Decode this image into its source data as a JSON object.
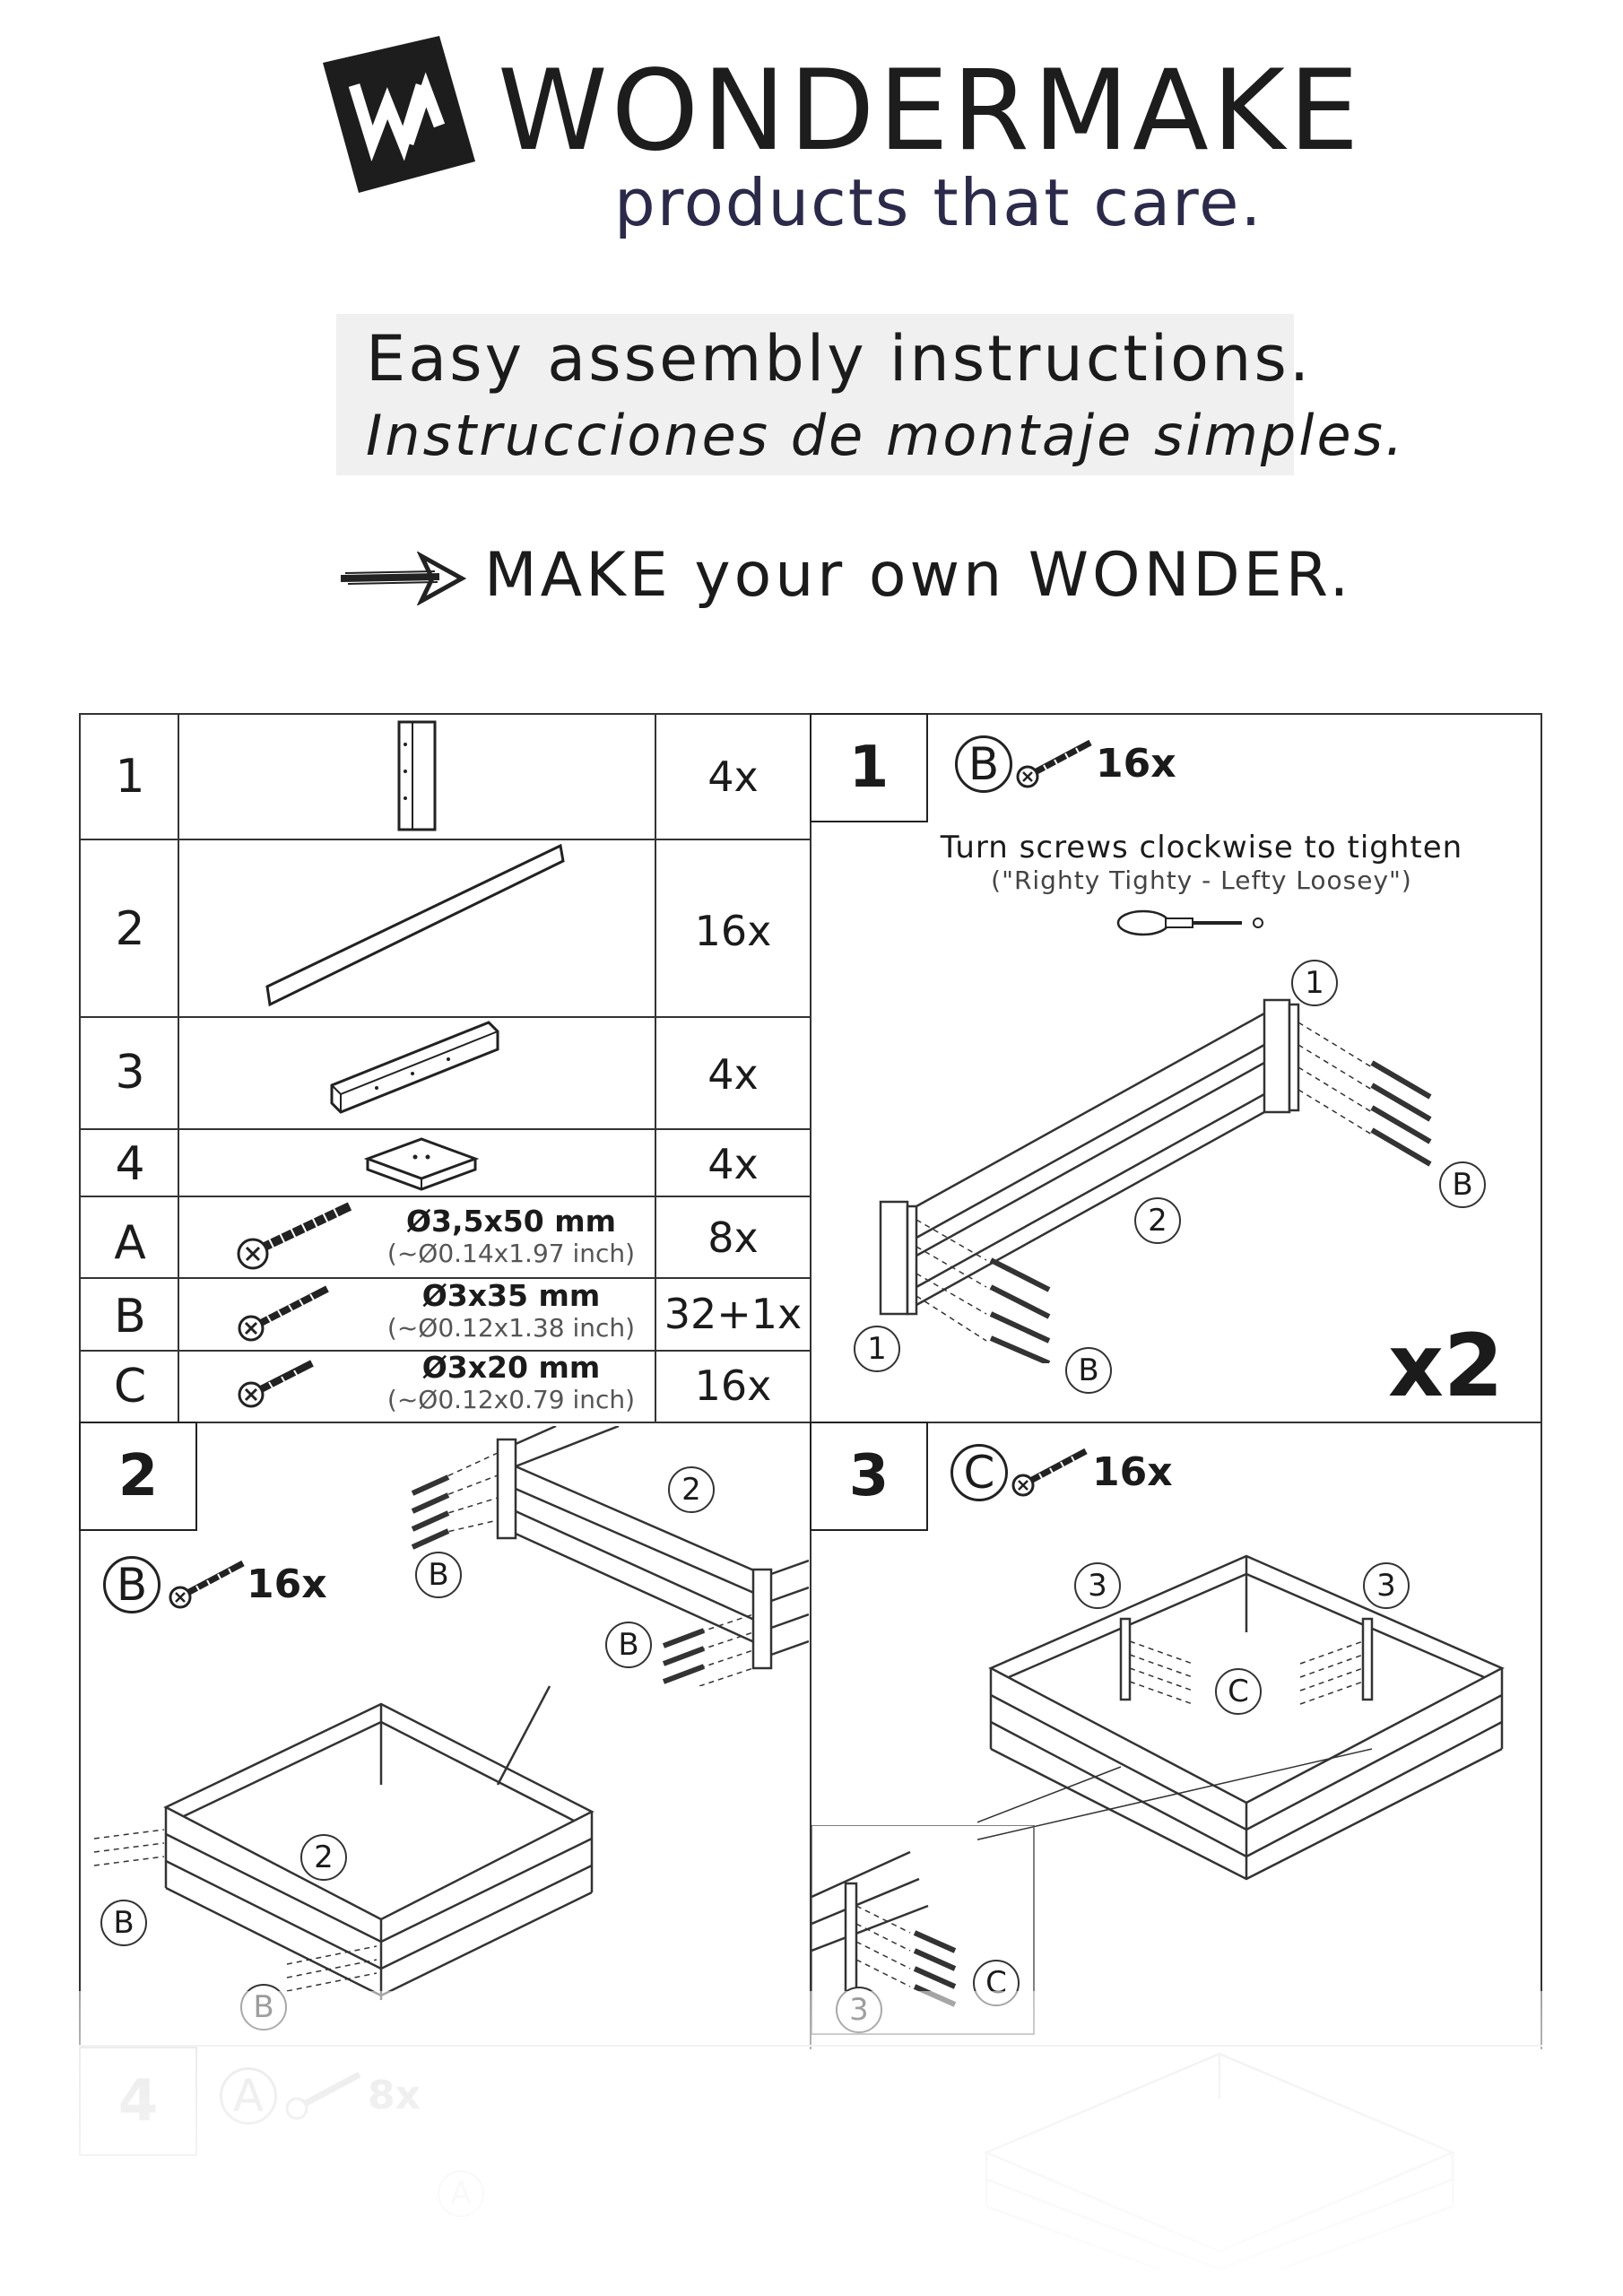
{
  "brand": {
    "name": "WONDERMAKE",
    "tagline": "products that care."
  },
  "titles": {
    "en": "Easy assembly instructions.",
    "es": "Instrucciones de montaje simples."
  },
  "motto": "MAKE your own WONDER.",
  "parts": [
    {
      "id": "1",
      "qty": "4x"
    },
    {
      "id": "2",
      "qty": "16x"
    },
    {
      "id": "3",
      "qty": "4x"
    },
    {
      "id": "4",
      "qty": "4x"
    },
    {
      "id": "A",
      "mm": "Ø3,5x50 mm",
      "inch": "(~Ø0.14x1.97 inch)",
      "qty": "8x"
    },
    {
      "id": "B",
      "mm": "Ø3x35 mm",
      "inch": "(~Ø0.12x1.38 inch)",
      "qty": "32+1x"
    },
    {
      "id": "C",
      "mm": "Ø3x20 mm",
      "inch": "(~Ø0.12x0.79 inch)",
      "qty": "16x"
    }
  ],
  "step1": {
    "number": "1",
    "screw": "B",
    "count": "16x",
    "tip": "Turn screws clockwise to tighten",
    "tip_sub": "(\"Righty Tighty - Lefty Loosey\")",
    "labels": {
      "post_top": "1",
      "rail": "2",
      "post_bottom": "1",
      "screw_right": "B",
      "screw_bottom": "B"
    },
    "multiplier": "x2"
  },
  "step2": {
    "number": "2",
    "screw": "B",
    "count": "16x",
    "labels": {
      "rail_top": "2",
      "screw_top": "B",
      "screw_mid": "B",
      "rail_box": "2",
      "screw_left": "B",
      "screw_bottom": "B"
    }
  },
  "step3": {
    "number": "3",
    "screw": "C",
    "count": "16x",
    "labels": {
      "brace_left": "3",
      "brace_right": "3",
      "screw_center": "C",
      "detail_screw": "C",
      "detail_brace": "3"
    }
  },
  "step4": {
    "number": "4",
    "screw": "A",
    "count": "8x",
    "labels": {
      "screw_mid": "A"
    }
  }
}
